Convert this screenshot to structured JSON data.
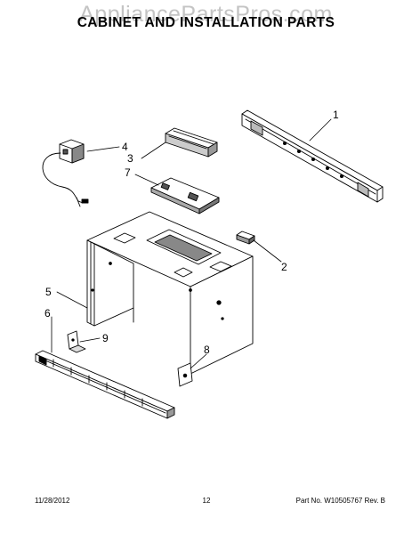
{
  "watermark": "AppliancePartsPros.com",
  "title": "CABINET AND INSTALLATION PARTS",
  "callouts": {
    "c1": "1",
    "c2": "2",
    "c3": "3",
    "c4": "4",
    "c5": "5",
    "c6": "6",
    "c7": "7",
    "c8": "8",
    "c9": "9"
  },
  "footer": {
    "date": "11/28/2012",
    "page": "12",
    "part": "Part No. W10505767  Rev. B"
  }
}
